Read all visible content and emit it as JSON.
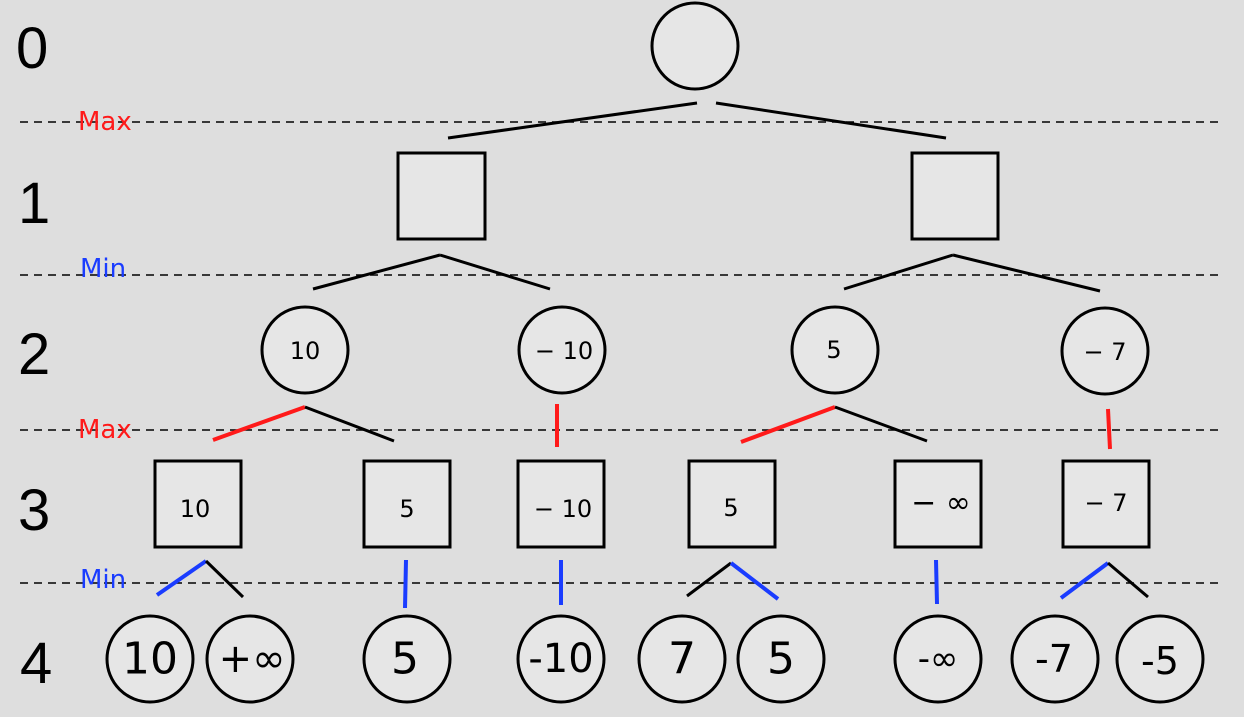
{
  "colors": {
    "max": "#ff1a1a",
    "min": "#1a3cff",
    "line": "#000000",
    "node_fill": "#e6e6e6"
  },
  "levels": [
    "0",
    "1",
    "2",
    "3",
    "4"
  ],
  "layer_labels": [
    "Max",
    "Min",
    "Max",
    "Min"
  ],
  "nodes": {
    "level2": [
      "10",
      "− 10",
      "5",
      "− 7"
    ],
    "level3": [
      "10",
      "5",
      "− 10",
      "5",
      "− ∞",
      "− 7"
    ],
    "level4": [
      "10",
      "+∞",
      "5",
      "-10",
      "7",
      "5",
      "-∞",
      "-7",
      "-5"
    ]
  }
}
